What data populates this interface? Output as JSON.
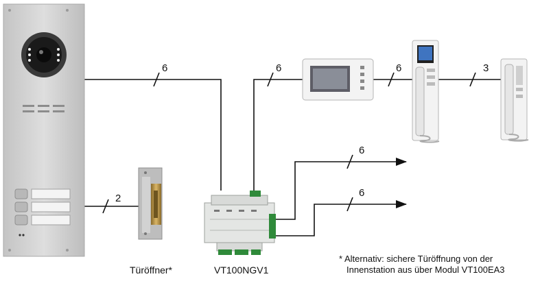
{
  "colors": {
    "line": "#111111",
    "panel": "#cfcfcf",
    "panel_edge": "#a8a8a8",
    "module": "#e4e6e4",
    "terminal": "#2f8a3a",
    "device": "#f3f3f3",
    "screen": "#5d5d66"
  },
  "devices": {
    "door_station": {
      "icon": "video-door-station-icon"
    },
    "door_opener": {
      "icon": "door-opener-icon",
      "label": "Türöffner*"
    },
    "control_unit": {
      "icon": "din-rail-module-icon",
      "label": "VT100NGV1"
    },
    "monitor": {
      "icon": "video-monitor-icon"
    },
    "video_handset": {
      "icon": "video-handset-icon"
    },
    "audio_handset": {
      "icon": "audio-handset-icon"
    }
  },
  "wires": {
    "station_to_unit": "6",
    "unit_to_monitor": "6",
    "monitor_to_video_handset": "6",
    "video_handset_to_audio_handset": "3",
    "station_to_opener": "2",
    "unit_output_1": "6",
    "unit_output_2": "6"
  },
  "footnote": {
    "line1": "* Alternativ: sichere Türöffnung von der",
    "line2": "Innenstation aus über Modul VT100EA3"
  }
}
